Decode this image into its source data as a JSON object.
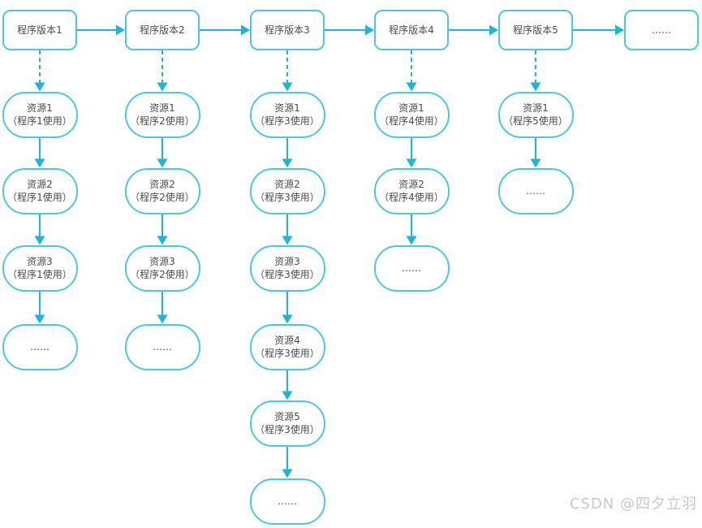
{
  "diagram": {
    "colors": {
      "edge": "#1db6d7",
      "node_border": "#4bc8e1",
      "text": "#4a4a4a",
      "watermark": "#c8c8c8"
    },
    "columns": [
      {
        "version": "程序版本1",
        "resources": [
          {
            "lines": [
              "资源1",
              "（程序1使用）"
            ]
          },
          {
            "lines": [
              "资源2",
              "（程序1使用）"
            ]
          },
          {
            "lines": [
              "资源3",
              "（程序1使用）"
            ]
          },
          {
            "lines": [
              "……"
            ]
          }
        ]
      },
      {
        "version": "程序版本2",
        "resources": [
          {
            "lines": [
              "资源1",
              "（程序2使用）"
            ]
          },
          {
            "lines": [
              "资源2",
              "（程序2使用）"
            ]
          },
          {
            "lines": [
              "资源3",
              "（程序2使用）"
            ]
          },
          {
            "lines": [
              "……"
            ]
          }
        ]
      },
      {
        "version": "程序版本3",
        "resources": [
          {
            "lines": [
              "资源1",
              "（程序3使用）"
            ]
          },
          {
            "lines": [
              "资源2",
              "（程序3使用）"
            ]
          },
          {
            "lines": [
              "资源3",
              "（程序3使用）"
            ]
          },
          {
            "lines": [
              "资源4",
              "（程序3使用）"
            ]
          },
          {
            "lines": [
              "资源5",
              "（程序3使用）"
            ]
          },
          {
            "lines": [
              "……"
            ]
          }
        ]
      },
      {
        "version": "程序版本4",
        "resources": [
          {
            "lines": [
              "资源1",
              "（程序4使用）"
            ]
          },
          {
            "lines": [
              "资源2",
              "（程序4使用）"
            ]
          },
          {
            "lines": [
              "……"
            ]
          }
        ]
      },
      {
        "version": "程序版本5",
        "resources": [
          {
            "lines": [
              "资源1",
              "（程序5使用）"
            ]
          },
          {
            "lines": [
              "……"
            ]
          }
        ]
      },
      {
        "version": "……",
        "resources": []
      }
    ]
  },
  "watermark": "CSDN @四夕立羽"
}
